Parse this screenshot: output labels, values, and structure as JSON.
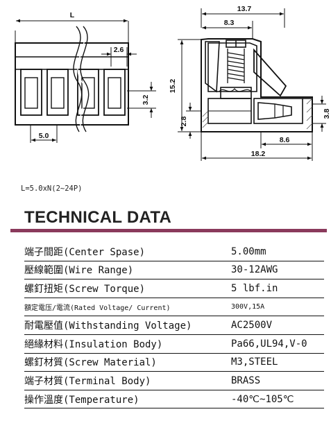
{
  "drawing": {
    "front_view": {
      "length_label": "L",
      "pitch_label": "5.0",
      "pin_width_label": "2.6",
      "pin_height_label": "3.2"
    },
    "side_view": {
      "overall_width_label": "13.7",
      "top_offset_label": "8.3",
      "height_label": "15.2",
      "left_height_label": "2.8",
      "right_height_label": "3.8",
      "pin_length_label": "8.6",
      "total_length_label": "18.2"
    }
  },
  "formula": "L=5.0xN(2~24P)",
  "heading": "TECHNICAL DATA",
  "specs": [
    {
      "label": "端子間距(Center Spase)",
      "value": "5.00mm"
    },
    {
      "label": "壓線範圍(Wire Range)",
      "value": "30-12AWG"
    },
    {
      "label": "螺釘扭矩(Screw Torque)",
      "value": "5 lbf.in"
    },
    {
      "label": "額定電压/電流(Rated Voltage/ Current)",
      "value": "300V,15A"
    },
    {
      "label": "耐電壓值(Withstanding Voltage)",
      "value": "AC2500V"
    },
    {
      "label": "絕緣材料(Insulation Body)",
      "value": "Pa66,UL94,V-0"
    },
    {
      "label": "螺釘材質(Screw Material)",
      "value": "M3,STEEL"
    },
    {
      "label": "端子材質(Terminal Body)",
      "value": "BRASS"
    },
    {
      "label": "操作溫度(Temperature)",
      "value": "-40℃~105℃"
    }
  ],
  "colors": {
    "accent_rule": "#8a3a5c",
    "line": "#111111"
  }
}
